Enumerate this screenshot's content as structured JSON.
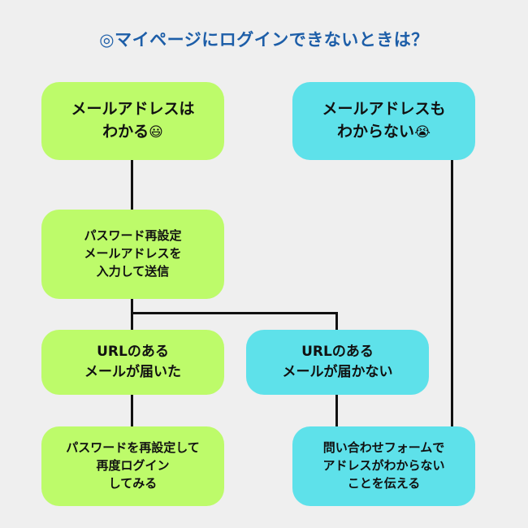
{
  "title": "◎マイページにログインできないときは？",
  "nodes": {
    "knows_email": {
      "line1": "メールアドレスは",
      "line2": "わかる",
      "emoji": "😃"
    },
    "no_email": {
      "line1": "メールアドレスも",
      "line2": "わからない",
      "emoji": "😭"
    },
    "reset": {
      "line1": "パスワード再設定",
      "line2": "メールアドレスを",
      "line3": "入力して送信"
    },
    "url_arrived": {
      "line1": "URLのある",
      "line2": "メールが届いた"
    },
    "url_not_arrived": {
      "line1": "URLのある",
      "line2": "メールが届かない"
    },
    "relogin": {
      "line1": "パスワードを再設定して",
      "line2": "再度ログイン",
      "line3": "してみる"
    },
    "contact": {
      "line1": "問い合わせフォームで",
      "line2": "アドレスがわからない",
      "line3": "ことを伝える"
    }
  },
  "colors": {
    "green": "#bdfb6a",
    "cyan": "#5ee1ea",
    "title": "#1d5ea8"
  }
}
